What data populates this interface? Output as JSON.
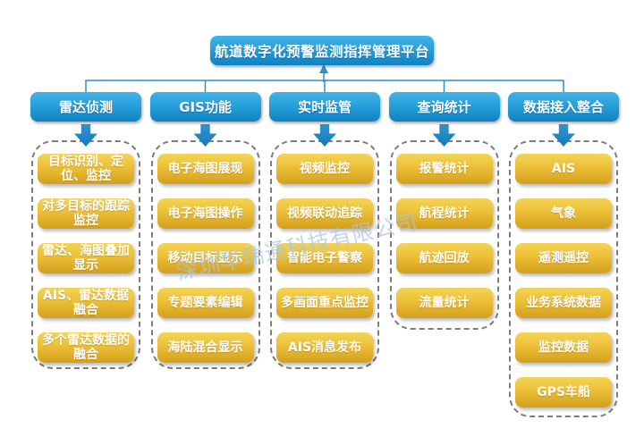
{
  "title": "航道数字化预警监测指挥管理平台",
  "watermark": "深圳华瑞通科技有限公司",
  "colors": {
    "header_top": "#41b4e7",
    "header_mid": "#28a0da",
    "header_bottom": "#0e82c3",
    "gold_top": "#f3d456",
    "gold_mid": "#eec23a",
    "gold_bottom": "#d49f1c",
    "connector": "#2f8fcb",
    "block_arrow": "#1879bc",
    "dashed": "#7d7d7d",
    "watermark_color": "#a9c6e0"
  },
  "columns": [
    {
      "label": "雷达侦测",
      "items": [
        "目标识别、定位、监控",
        "对多目标的跟踪监控",
        "雷达、海图叠加显示",
        "AIS、雷达数据融合",
        "多个雷达数据的融合"
      ]
    },
    {
      "label": "GIS功能",
      "items": [
        "电子海图展现",
        "电子海图操作",
        "移动目标显示",
        "专题要素编辑",
        "海陆混合显示"
      ]
    },
    {
      "label": "实时监管",
      "items": [
        "视频监控",
        "视频联动追踪",
        "智能电子警察",
        "多画面重点监控",
        "AIS消息发布"
      ]
    },
    {
      "label": "查询统计",
      "items": [
        "报警统计",
        "航程统计",
        "航迹回放",
        "流量统计"
      ]
    },
    {
      "label": "数据接入整合",
      "items": [
        "AIS",
        "气象",
        "遥测遥控",
        "业务系统数据",
        "监控数据",
        "GPS车船"
      ]
    }
  ]
}
